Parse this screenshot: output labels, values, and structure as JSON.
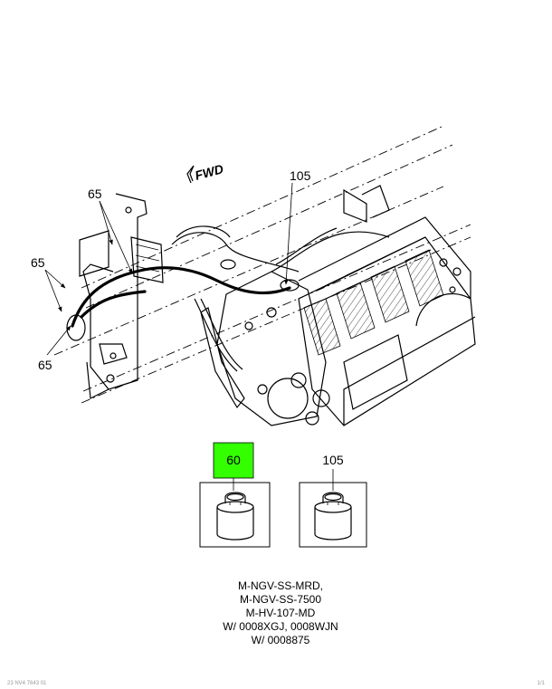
{
  "orientation_label": "FWD",
  "callouts": {
    "c105_top": "105",
    "c65_top": "65",
    "c65_left": "65",
    "c65_bottom": "65"
  },
  "parts": [
    {
      "number": "60",
      "highlighted": true,
      "highlight_color": "#33ff00"
    },
    {
      "number": "105",
      "highlighted": false
    }
  ],
  "notes": [
    "M-NGV-SS-MRD,",
    "M-NGV-SS-7500",
    "M-HV-107-MD",
    "W/ 0008XGJ, 0008WJN",
    "W/ 0008875"
  ],
  "footer": {
    "left": "23 NV4 7643 01",
    "right": "1/1"
  }
}
